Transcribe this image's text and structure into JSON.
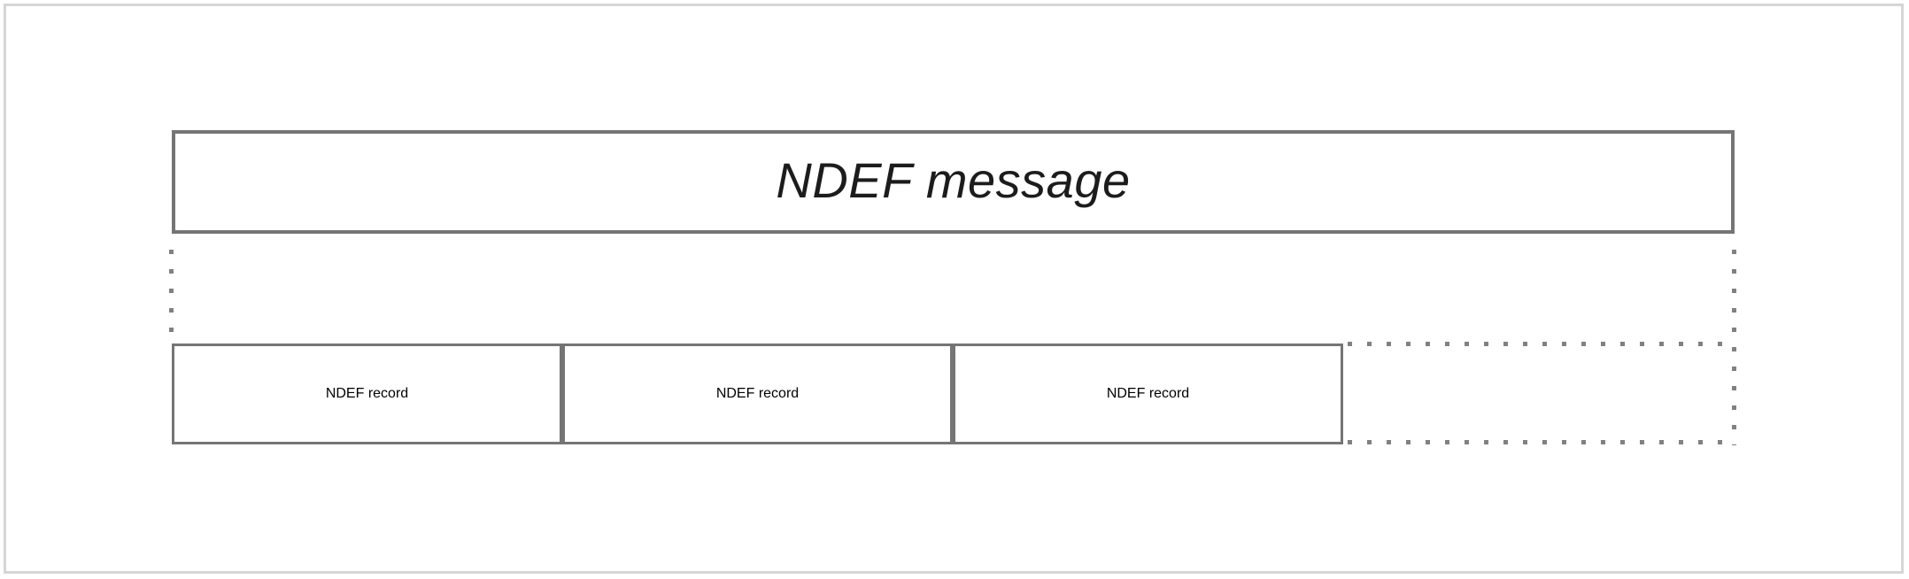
{
  "diagram": {
    "message_box": {
      "label": "NDEF message"
    },
    "record_boxes": [
      {
        "label": "NDEF record"
      },
      {
        "label": "NDEF record"
      },
      {
        "label": "NDEF record"
      }
    ],
    "colors": {
      "box_border": "#757575",
      "text": "#1c1c1c",
      "dotted_line": "#818181",
      "frame_border": "#d6d6d6",
      "background": "#ffffff"
    }
  }
}
